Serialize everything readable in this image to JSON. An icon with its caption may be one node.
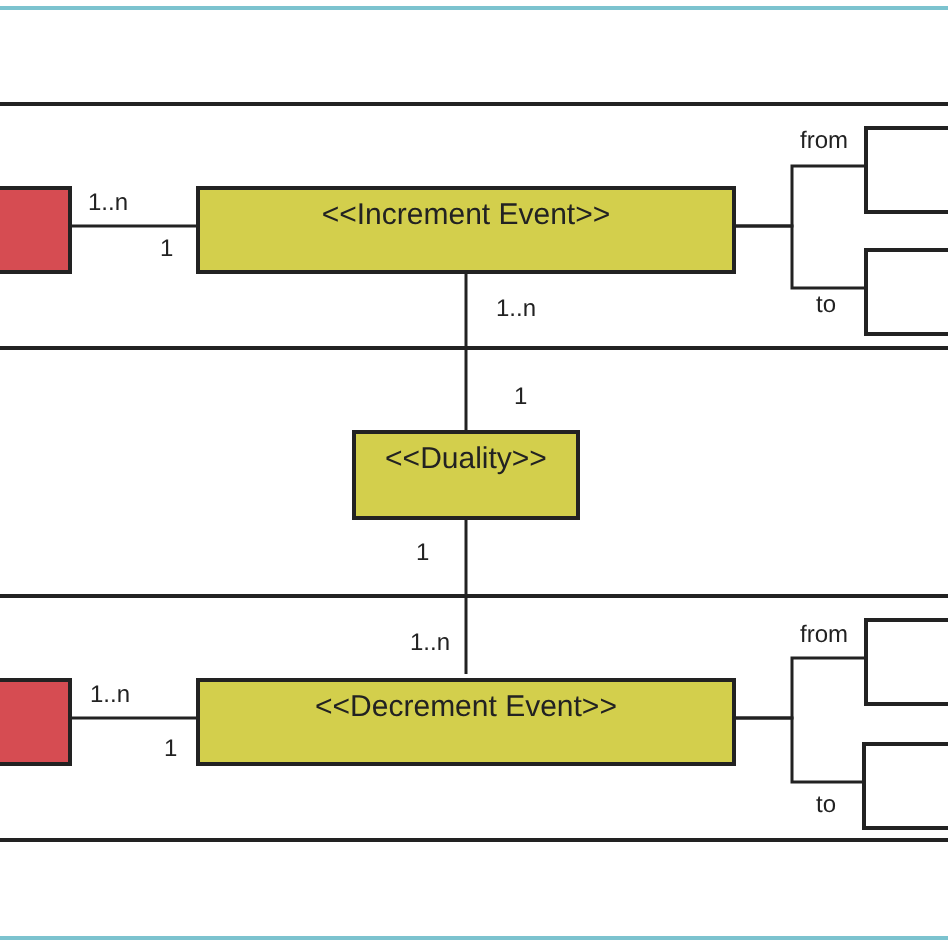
{
  "diagram": {
    "nodes": [
      {
        "text": [],
        "shape": "box"
      },
      {
        "text": [],
        "shape": "box",
        "in": 0
      },
      {
        "text": [
          "<<Increment Event>>"
        ],
        "in": 0
      },
      {
        "text": [],
        "shape": "box",
        "in": 0
      },
      {
        "text": [],
        "shape": "box",
        "in": 0
      },
      {
        "text": [
          "<<Duality>>"
        ]
      },
      {
        "text": [],
        "shape": "box"
      },
      {
        "text": [],
        "shape": "box",
        "in": 6
      },
      {
        "text": [
          "<<Decrement Event>>"
        ],
        "in": 6
      },
      {
        "text": [],
        "shape": "box",
        "in": 6
      },
      {
        "text": [],
        "shape": "box",
        "in": 6
      }
    ],
    "edges": [
      {
        "from": 1,
        "to": 2,
        "arrow": "none"
      },
      {
        "from": 2,
        "to": 3,
        "arrow": "none",
        "label": "from"
      },
      {
        "from": 2,
        "to": 4,
        "arrow": "none",
        "label": "to"
      },
      {
        "from": 2,
        "to": 5,
        "arrow": "none"
      },
      {
        "from": 5,
        "to": 8,
        "arrow": "none"
      },
      {
        "from": 7,
        "to": 8,
        "arrow": "none"
      },
      {
        "from": 8,
        "to": 9,
        "arrow": "none",
        "label": "from"
      },
      {
        "from": 8,
        "to": 10,
        "arrow": "none",
        "label": "to"
      }
    ],
    "labels": [
      "1..n",
      "1",
      "1..n",
      "1",
      "1",
      "1..n",
      "1..n",
      "1"
    ]
  }
}
